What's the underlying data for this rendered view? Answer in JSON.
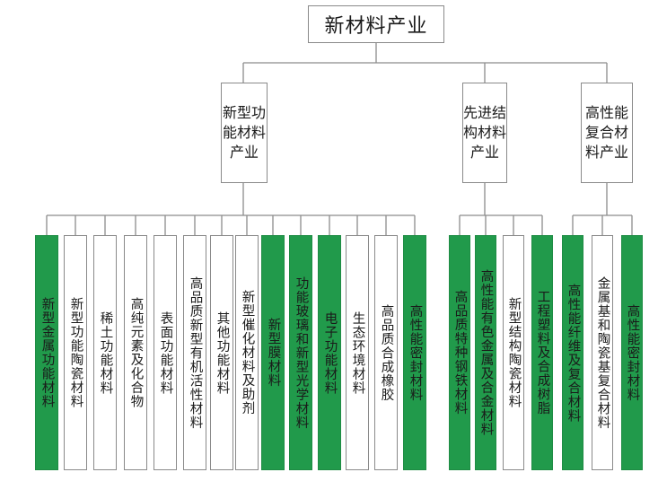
{
  "root": "新材料产业",
  "colors": {
    "green": "#219a4b",
    "white": "#ffffff",
    "line": "#8c8c8c",
    "border": "#8a8a8a"
  },
  "groups": [
    {
      "label": "新型功能材料产业",
      "children": [
        {
          "label": "新型金属功能材料",
          "color": "green"
        },
        {
          "label": "新型功能陶瓷材料",
          "color": "white"
        },
        {
          "label": "稀土功能材料",
          "color": "white"
        },
        {
          "label": "高纯元素及化合物",
          "color": "white"
        },
        {
          "label": "表面功能材料",
          "color": "white"
        },
        {
          "label": "高品质新型有机活性材料",
          "color": "white"
        },
        {
          "label": "其他功能材料",
          "color": "white"
        },
        {
          "label": "新型催化材料及助剂",
          "color": "white"
        },
        {
          "label": "新型膜材料",
          "color": "green"
        },
        {
          "label": "功能玻璃和新型光学材料",
          "color": "green"
        },
        {
          "label": "电子功能材料",
          "color": "green"
        },
        {
          "label": "生态环境材料",
          "color": "white"
        },
        {
          "label": "高品质合成橡胶",
          "color": "white"
        },
        {
          "label": "高性能密封材料",
          "color": "green"
        }
      ]
    },
    {
      "label": "先进结构材料产业",
      "children": [
        {
          "label": "高品质特种钢铁材料",
          "color": "green"
        },
        {
          "label": "高性能有色金属及合金材料",
          "color": "green"
        },
        {
          "label": "新型结构陶瓷材料",
          "color": "white"
        },
        {
          "label": "工程塑料及合成树脂",
          "color": "green"
        }
      ]
    },
    {
      "label": "高性能复合材料产业",
      "children": [
        {
          "label": "高性能纤维及复合材料",
          "color": "green"
        },
        {
          "label": "金属基和陶瓷基复合材料",
          "color": "white"
        },
        {
          "label": "高性能密封材料",
          "color": "green"
        }
      ]
    }
  ]
}
